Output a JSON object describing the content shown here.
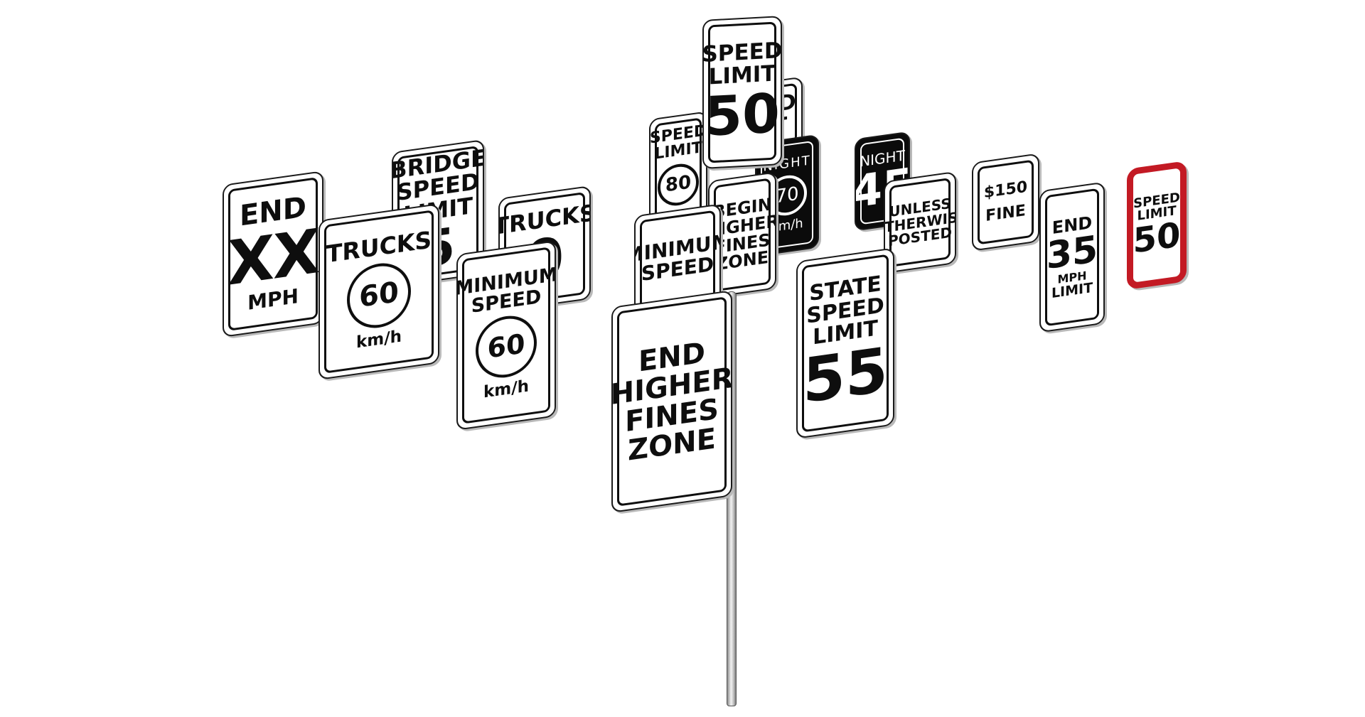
{
  "signs": {
    "end_xx": {
      "l1": "END",
      "l2": "XX",
      "l3": "MPH"
    },
    "bridge": {
      "l1": "BRIDGE",
      "l2": "SPEED",
      "l3": "LIMIT",
      "l4": "5"
    },
    "trucks_60": {
      "l1": "TRUCKS",
      "num": "60",
      "unit": "km/h"
    },
    "trucks_back": {
      "l1": "TRUCKS",
      "num": "0"
    },
    "min_speed_60": {
      "l1": "MINIMUM",
      "l2": "SPEED",
      "num": "60",
      "unit": "km/h"
    },
    "speed_limit_80": {
      "l1": "SPEED",
      "l2": "LIMIT",
      "num": "80"
    },
    "speed_limit_50_top": {
      "l1": "SPEED",
      "l2": "LIMIT",
      "num": "50"
    },
    "partial_behind": {
      "l1": "ED",
      "l2": "T"
    },
    "night_70": {
      "l1": "NIGHT",
      "num": "70",
      "unit": "km/h"
    },
    "night_45": {
      "l1": "NIGHT",
      "num": "45"
    },
    "begin_higher": {
      "l1": "BEGIN",
      "l2": "HIGHER",
      "l3": "FINES",
      "l4": "ZONE"
    },
    "minimum_speed": {
      "l1": "MINIMUM",
      "l2": "SPEED"
    },
    "end_higher": {
      "l1": "END",
      "l2": "HIGHER",
      "l3": "FINES",
      "l4": "ZONE"
    },
    "unless": {
      "l1": "UNLESS",
      "l2": "OTHERWISE",
      "l3": "POSTED"
    },
    "fine_150": {
      "l1": "$150",
      "l2": "FINE"
    },
    "state_55": {
      "l1": "STATE",
      "l2": "SPEED",
      "l3": "LIMIT",
      "num": "55"
    },
    "end_35": {
      "l1": "END",
      "num": "35",
      "l3": "MPH",
      "l4": "LIMIT"
    },
    "red_50": {
      "l1": "SPEED",
      "l2": "LIMIT",
      "num": "50"
    }
  },
  "colors": {
    "sign_face": "#ffffff",
    "legend": "#0e0e0e",
    "night_face": "#0b0b0b",
    "red_border": "#c31a24"
  }
}
